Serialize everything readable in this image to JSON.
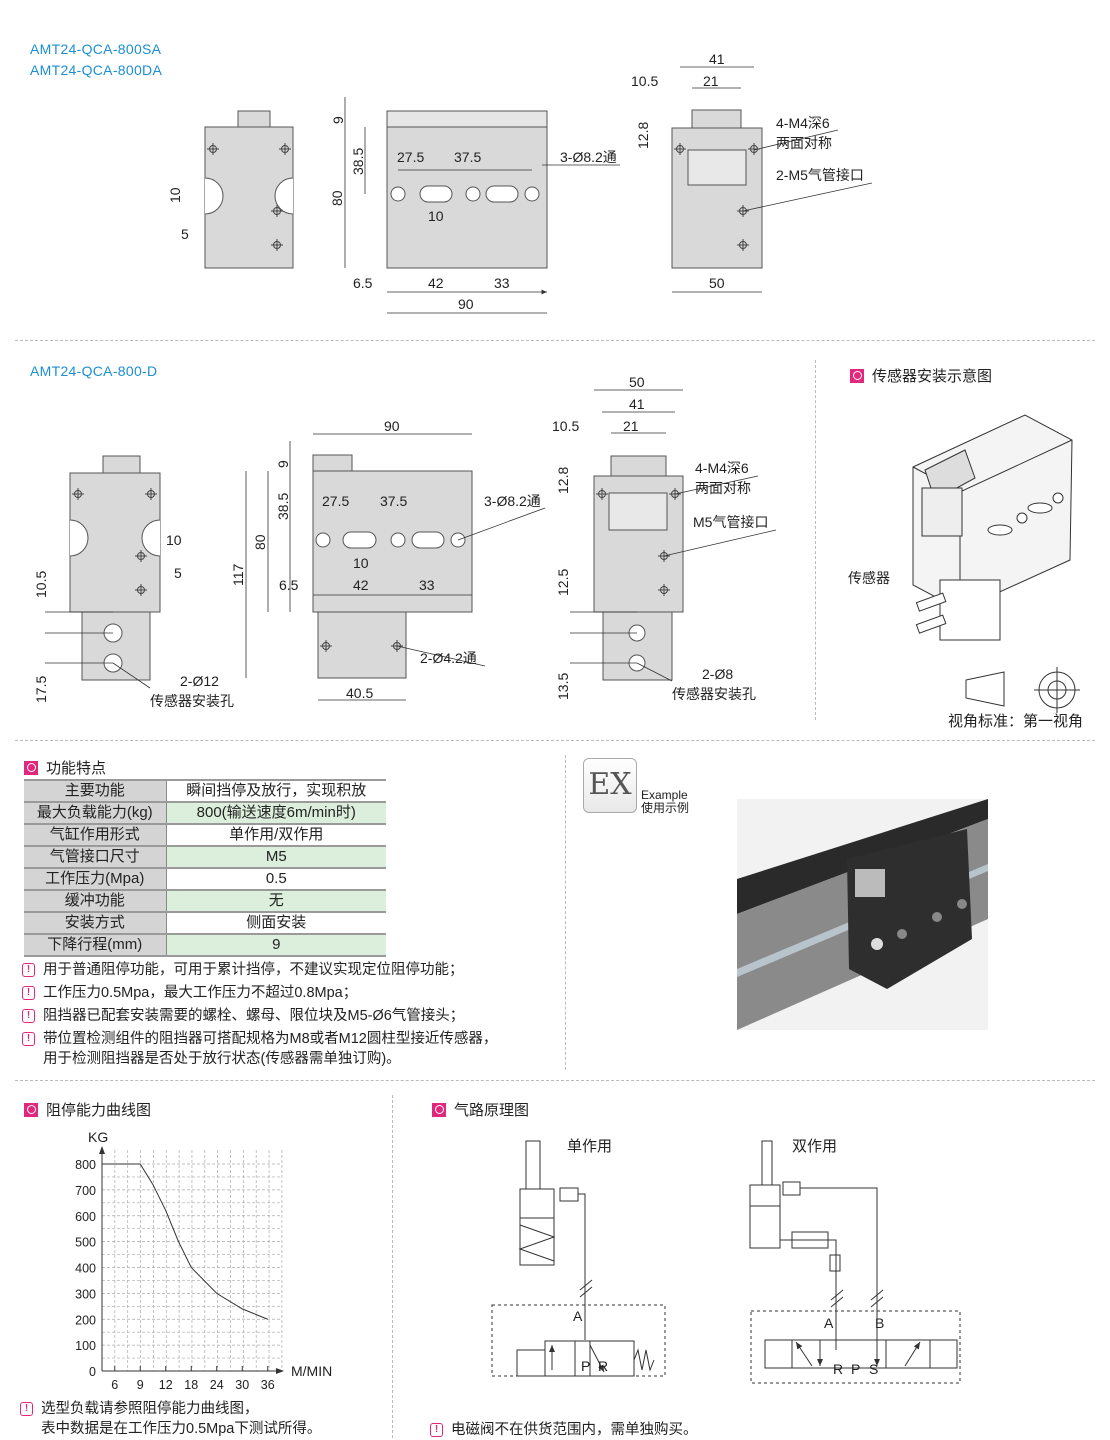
{
  "section1": {
    "models": [
      "AMT24-QCA-800SA",
      "AMT24-QCA-800DA"
    ],
    "side_dims": [
      "10",
      "5"
    ],
    "front_dims": [
      "9",
      "38.5",
      "80",
      "27.5",
      "37.5",
      "10",
      "3-Ø8.2通",
      "6.5",
      "42",
      "33",
      "90"
    ],
    "right_dims": [
      "41",
      "21",
      "10.5",
      "12.8",
      "4-M4深6",
      "两面对称",
      "2-M5气管接口",
      "50"
    ]
  },
  "section2": {
    "model": "AMT24-QCA-800-D",
    "side_dims": [
      "10",
      "5",
      "10.5",
      "17.5",
      "2-Ø12",
      "传感器安装孔"
    ],
    "front_dims": [
      "90",
      "9",
      "38.5",
      "80",
      "117",
      "27.5",
      "37.5",
      "10",
      "6.5",
      "42",
      "33",
      "3-Ø8.2通",
      "2-Ø4.2通",
      "40.5"
    ],
    "right_dims": [
      "50",
      "41",
      "21",
      "10.5",
      "12.8",
      "4-M4深6",
      "两面对称",
      "M5气管接口",
      "12.5",
      "13.5",
      "2-Ø8",
      "传感器安装孔"
    ],
    "sensor_panel": {
      "title": "传感器安装示意图",
      "sensor_label": "传感器",
      "view_standard": "视角标准：第一视角"
    }
  },
  "features": {
    "title": "功能特点",
    "rows": [
      {
        "key": "主要功能",
        "value": "瞬间挡停及放行，实现积放"
      },
      {
        "key": "最大负载能力(kg)",
        "value": "800(输送速度6m/min时)"
      },
      {
        "key": "气缸作用形式",
        "value": "单作用/双作用"
      },
      {
        "key": "气管接口尺寸",
        "value": "M5"
      },
      {
        "key": "工作压力(Mpa)",
        "value": "0.5"
      },
      {
        "key": "缓冲功能",
        "value": "无"
      },
      {
        "key": "安装方式",
        "value": "侧面安装"
      },
      {
        "key": "下降行程(mm)",
        "value": "9"
      }
    ],
    "notes": [
      "用于普通阻停功能，可用于累计挡停，不建议实现定位阻停功能；",
      "工作压力0.5Mpa，最大工作压力不超过0.8Mpa；",
      "阻挡器已配套安装需要的螺栓、螺母、限位块及M5-Ø6气管接头；",
      "带位置检测组件的阻挡器可搭配规格为M8或者M12圆柱型接近传感器，",
      "用于检测阻挡器是否处于放行状态(传感器需单独订购)。"
    ]
  },
  "example": {
    "logo": "EX",
    "label_en": "Example",
    "label_cn": "使用示例"
  },
  "curve": {
    "title": "阻停能力曲线图",
    "note_lines": [
      "选型负载请参照阻停能力曲线图，",
      "表中数据是在工作压力0.5Mpa下测试所得。"
    ]
  },
  "chart_data": {
    "type": "line",
    "title": "阻停能力曲线图",
    "xlabel": "M/MIN",
    "ylabel": "KG",
    "x_ticks": [
      "6",
      "9",
      "12",
      "18",
      "24",
      "30",
      "36"
    ],
    "y_ticks": [
      "0",
      "100",
      "200",
      "300",
      "400",
      "500",
      "600",
      "700",
      "800"
    ],
    "ylim": [
      0,
      800
    ],
    "grid": true,
    "series": [
      {
        "name": "阻停能力",
        "x_index": [
          -0.5,
          1,
          1.5,
          2,
          2.5,
          3,
          4,
          5,
          6
        ],
        "values": [
          800,
          800,
          720,
          620,
          500,
          400,
          300,
          240,
          200
        ]
      }
    ]
  },
  "pneumatic": {
    "title": "气路原理图",
    "single_label": "单作用",
    "double_label": "双作用",
    "single_ports": [
      "A",
      "P",
      "R"
    ],
    "double_ports": [
      "A",
      "B",
      "R",
      "P",
      "S"
    ],
    "note": "电磁阀不在供货范围内，需单独购买。"
  },
  "colors": {
    "accent": "#e2287c",
    "model_blue": "#1c8fd2",
    "table_green": "#dcefdc"
  }
}
